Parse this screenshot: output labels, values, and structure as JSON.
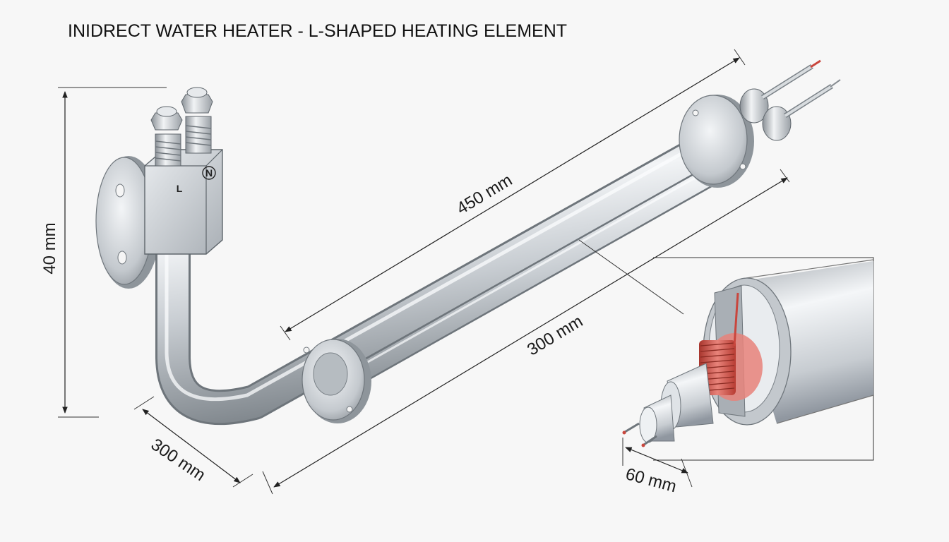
{
  "title": "INIDRECT WATER HEATER - L-SHAPED HEATING ELEMENT",
  "terminals": {
    "live": "L",
    "neutral": "N"
  },
  "dimensions": {
    "height": "40 mm",
    "length": "450 mm",
    "inner_length": "300 mm",
    "bend_length": "300 mm",
    "detail_diameter": "60 mm"
  },
  "colors": {
    "background": "#f7f7f7",
    "metal_light": "#f2f4f6",
    "metal_mid": "#c9ced3",
    "metal_dark": "#8c9399",
    "coil": "#c9463d",
    "coil_glow": "#e8837a",
    "line": "#333333"
  }
}
